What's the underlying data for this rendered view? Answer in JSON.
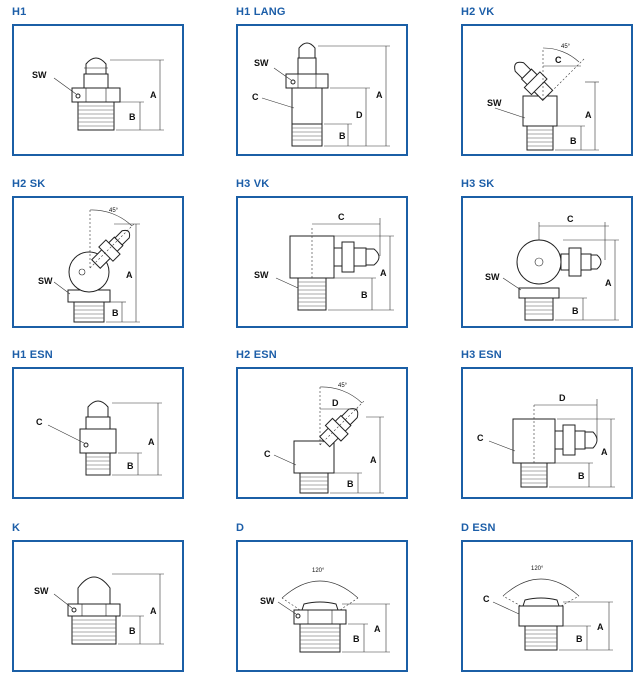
{
  "colors": {
    "title": "#1c5ea8",
    "frame": "#1b5fa6",
    "line": "#222222"
  },
  "fittings": [
    {
      "title": "H1",
      "type": "straight",
      "side_label": "SW",
      "dims": [
        "A",
        "B"
      ]
    },
    {
      "title": "H1 LANG",
      "type": "straight-long",
      "side_label": "SW",
      "body_label": "C",
      "dims": [
        "A",
        "B",
        "D"
      ]
    },
    {
      "title": "H2 VK",
      "type": "angle45",
      "side_label": "SW",
      "dims": [
        "A",
        "B",
        "C"
      ],
      "angle": "45°"
    },
    {
      "title": "H2 SK",
      "type": "ball45",
      "side_label": "SW",
      "dims": [
        "A",
        "B"
      ],
      "angle": "45°"
    },
    {
      "title": "H3 VK",
      "type": "angle90",
      "side_label": "SW",
      "dims": [
        "A",
        "B",
        "C"
      ]
    },
    {
      "title": "H3 SK",
      "type": "ball90",
      "side_label": "SW",
      "dims": [
        "A",
        "B",
        "C"
      ]
    },
    {
      "title": "H1 ESN",
      "type": "straight-esn",
      "side_label": "C",
      "dims": [
        "A",
        "B"
      ]
    },
    {
      "title": "H2 ESN",
      "type": "angle45-esn",
      "side_label": "C",
      "dims": [
        "A",
        "B",
        "D"
      ],
      "angle": "45°"
    },
    {
      "title": "H3 ESN",
      "type": "angle90-esn",
      "side_label": "C",
      "dims": [
        "A",
        "B",
        "D"
      ]
    },
    {
      "title": "K",
      "type": "cap",
      "side_label": "SW",
      "dims": [
        "A",
        "B"
      ]
    },
    {
      "title": "D",
      "type": "flat",
      "side_label": "SW",
      "dims": [
        "A",
        "B"
      ],
      "angle": "120°"
    },
    {
      "title": "D ESN",
      "type": "flat-esn",
      "side_label": "C",
      "dims": [
        "A",
        "B"
      ],
      "angle": "120°"
    }
  ]
}
